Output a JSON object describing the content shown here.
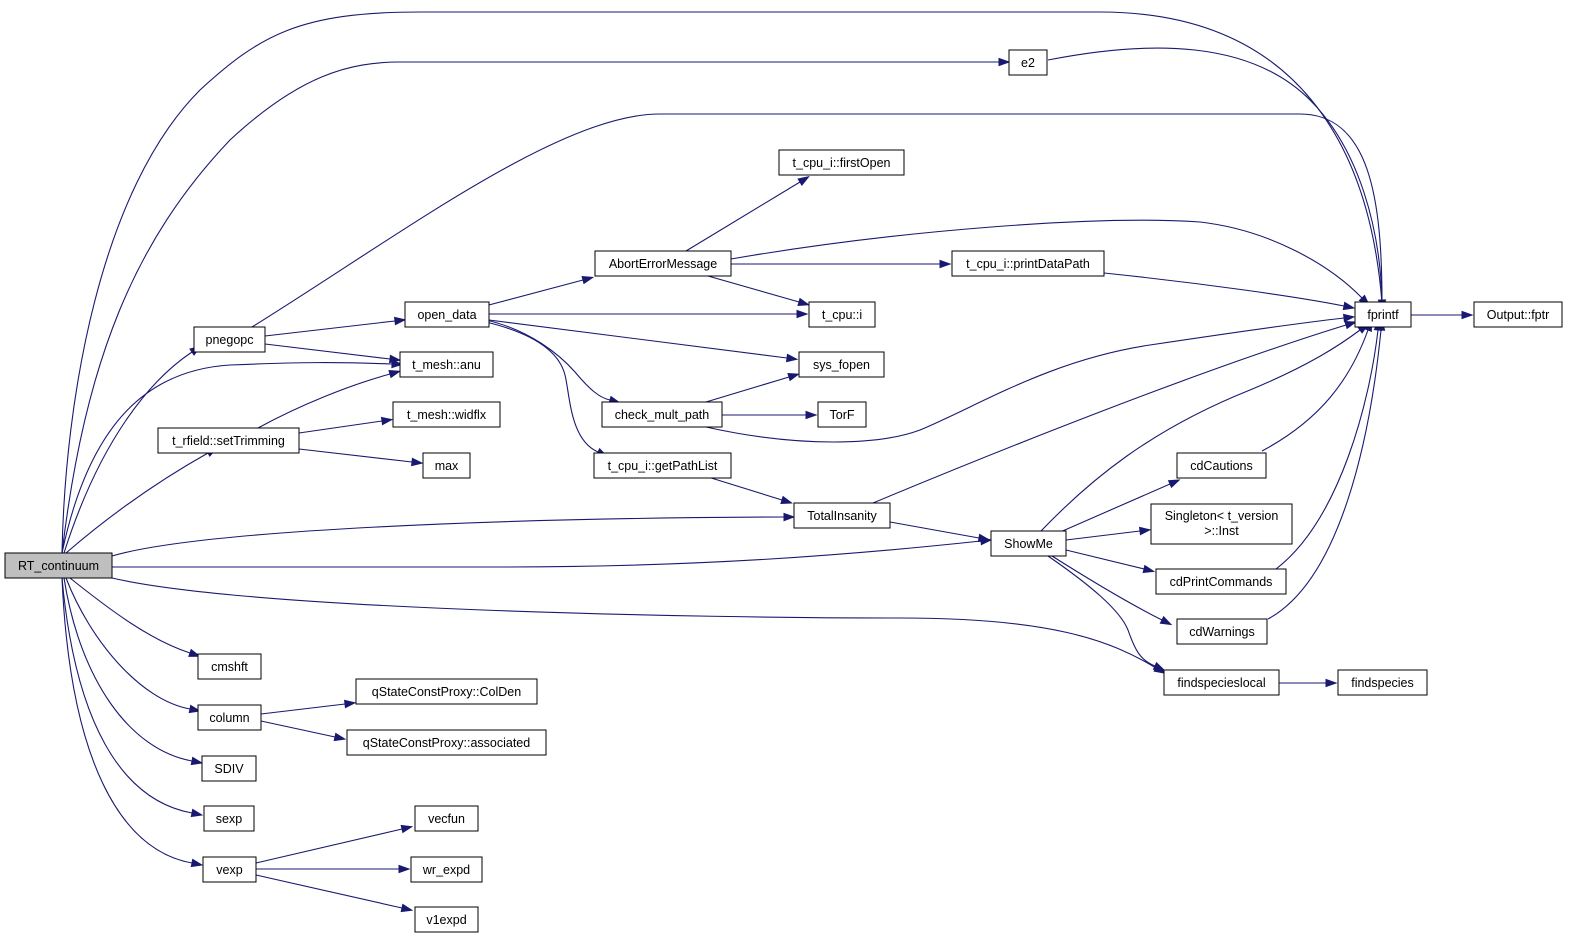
{
  "colors": {
    "edge": "#191970",
    "node_border": "#000000",
    "root_fill": "#bfbfbf",
    "node_fill": "#ffffff",
    "background": "#ffffff"
  },
  "nodes": {
    "rt_continuum": "RT_continuum",
    "pnegopc": "pnegopc",
    "t_rfield_settrimming": "t_rfield::setTrimming",
    "cmshft": "cmshft",
    "column": "column",
    "sdiv": "SDIV",
    "sexp": "sexp",
    "vexp": "vexp",
    "open_data": "open_data",
    "t_mesh_anu": "t_mesh::anu",
    "t_mesh_widflx": "t_mesh::widflx",
    "max": "max",
    "qstate_colden": "qStateConstProxy::ColDen",
    "qstate_associated": "qStateConstProxy::associated",
    "vecfun": "vecfun",
    "wr_expd": "wr_expd",
    "v1expd": "v1expd",
    "t_cpu_i_firstopen": "t_cpu_i::firstOpen",
    "aborterrormessage": "AbortErrorMessage",
    "check_mult_path": "check_mult_path",
    "t_cpu_i_getpathlist": "t_cpu_i::getPathList",
    "t_cpu_i_printdatapath": "t_cpu_i::printDataPath",
    "t_cpu_i": "t_cpu::i",
    "sys_fopen": "sys_fopen",
    "torf": "TorF",
    "totalinsanity": "TotalInsanity",
    "e2": "e2",
    "showme": "ShowMe",
    "cdcautions": "cdCautions",
    "singleton_inst_line1": "Singleton< t_version",
    "singleton_inst_line2": ">::Inst",
    "cdprintcommands": "cdPrintCommands",
    "cdwarnings": "cdWarnings",
    "findspecieslocal": "findspecieslocal",
    "findspecies": "findspecies",
    "fprintf": "fprintf",
    "output_fptr": "Output::fptr"
  },
  "edges": [
    [
      "rt_continuum",
      "e2"
    ],
    [
      "rt_continuum",
      "fprintf"
    ],
    [
      "rt_continuum",
      "pnegopc"
    ],
    [
      "rt_continuum",
      "t_mesh_anu"
    ],
    [
      "rt_continuum",
      "t_rfield_settrimming"
    ],
    [
      "rt_continuum",
      "totalinsanity"
    ],
    [
      "rt_continuum",
      "showme"
    ],
    [
      "rt_continuum",
      "findspecieslocal"
    ],
    [
      "rt_continuum",
      "cmshft"
    ],
    [
      "rt_continuum",
      "column"
    ],
    [
      "rt_continuum",
      "sdiv"
    ],
    [
      "rt_continuum",
      "sexp"
    ],
    [
      "rt_continuum",
      "vexp"
    ],
    [
      "pnegopc",
      "fprintf"
    ],
    [
      "pnegopc",
      "open_data"
    ],
    [
      "pnegopc",
      "t_mesh_anu"
    ],
    [
      "t_rfield_settrimming",
      "t_mesh_anu"
    ],
    [
      "t_rfield_settrimming",
      "t_mesh_widflx"
    ],
    [
      "t_rfield_settrimming",
      "max"
    ],
    [
      "open_data",
      "aborterrormessage"
    ],
    [
      "open_data",
      "t_cpu_i"
    ],
    [
      "open_data",
      "sys_fopen"
    ],
    [
      "open_data",
      "check_mult_path"
    ],
    [
      "open_data",
      "t_cpu_i_getpathlist"
    ],
    [
      "aborterrormessage",
      "t_cpu_i_firstopen"
    ],
    [
      "aborterrormessage",
      "fprintf"
    ],
    [
      "aborterrormessage",
      "t_cpu_i_printdatapath"
    ],
    [
      "aborterrormessage",
      "t_cpu_i"
    ],
    [
      "t_cpu_i_printdatapath",
      "fprintf"
    ],
    [
      "check_mult_path",
      "sys_fopen"
    ],
    [
      "check_mult_path",
      "torf"
    ],
    [
      "check_mult_path",
      "fprintf"
    ],
    [
      "t_cpu_i_getpathlist",
      "totalinsanity"
    ],
    [
      "totalinsanity",
      "fprintf"
    ],
    [
      "totalinsanity",
      "showme"
    ],
    [
      "showme",
      "fprintf"
    ],
    [
      "showme",
      "cdcautions"
    ],
    [
      "showme",
      "singleton_inst"
    ],
    [
      "showme",
      "cdprintcommands"
    ],
    [
      "showme",
      "cdwarnings"
    ],
    [
      "showme",
      "findspecieslocal"
    ],
    [
      "cdcautions",
      "fprintf"
    ],
    [
      "cdprintcommands",
      "fprintf"
    ],
    [
      "cdwarnings",
      "fprintf"
    ],
    [
      "e2",
      "fprintf"
    ],
    [
      "fprintf",
      "output_fptr"
    ],
    [
      "findspecieslocal",
      "findspecies"
    ],
    [
      "column",
      "qstate_colden"
    ],
    [
      "column",
      "qstate_associated"
    ],
    [
      "vexp",
      "vecfun"
    ],
    [
      "vexp",
      "wr_expd"
    ],
    [
      "vexp",
      "v1expd"
    ]
  ]
}
